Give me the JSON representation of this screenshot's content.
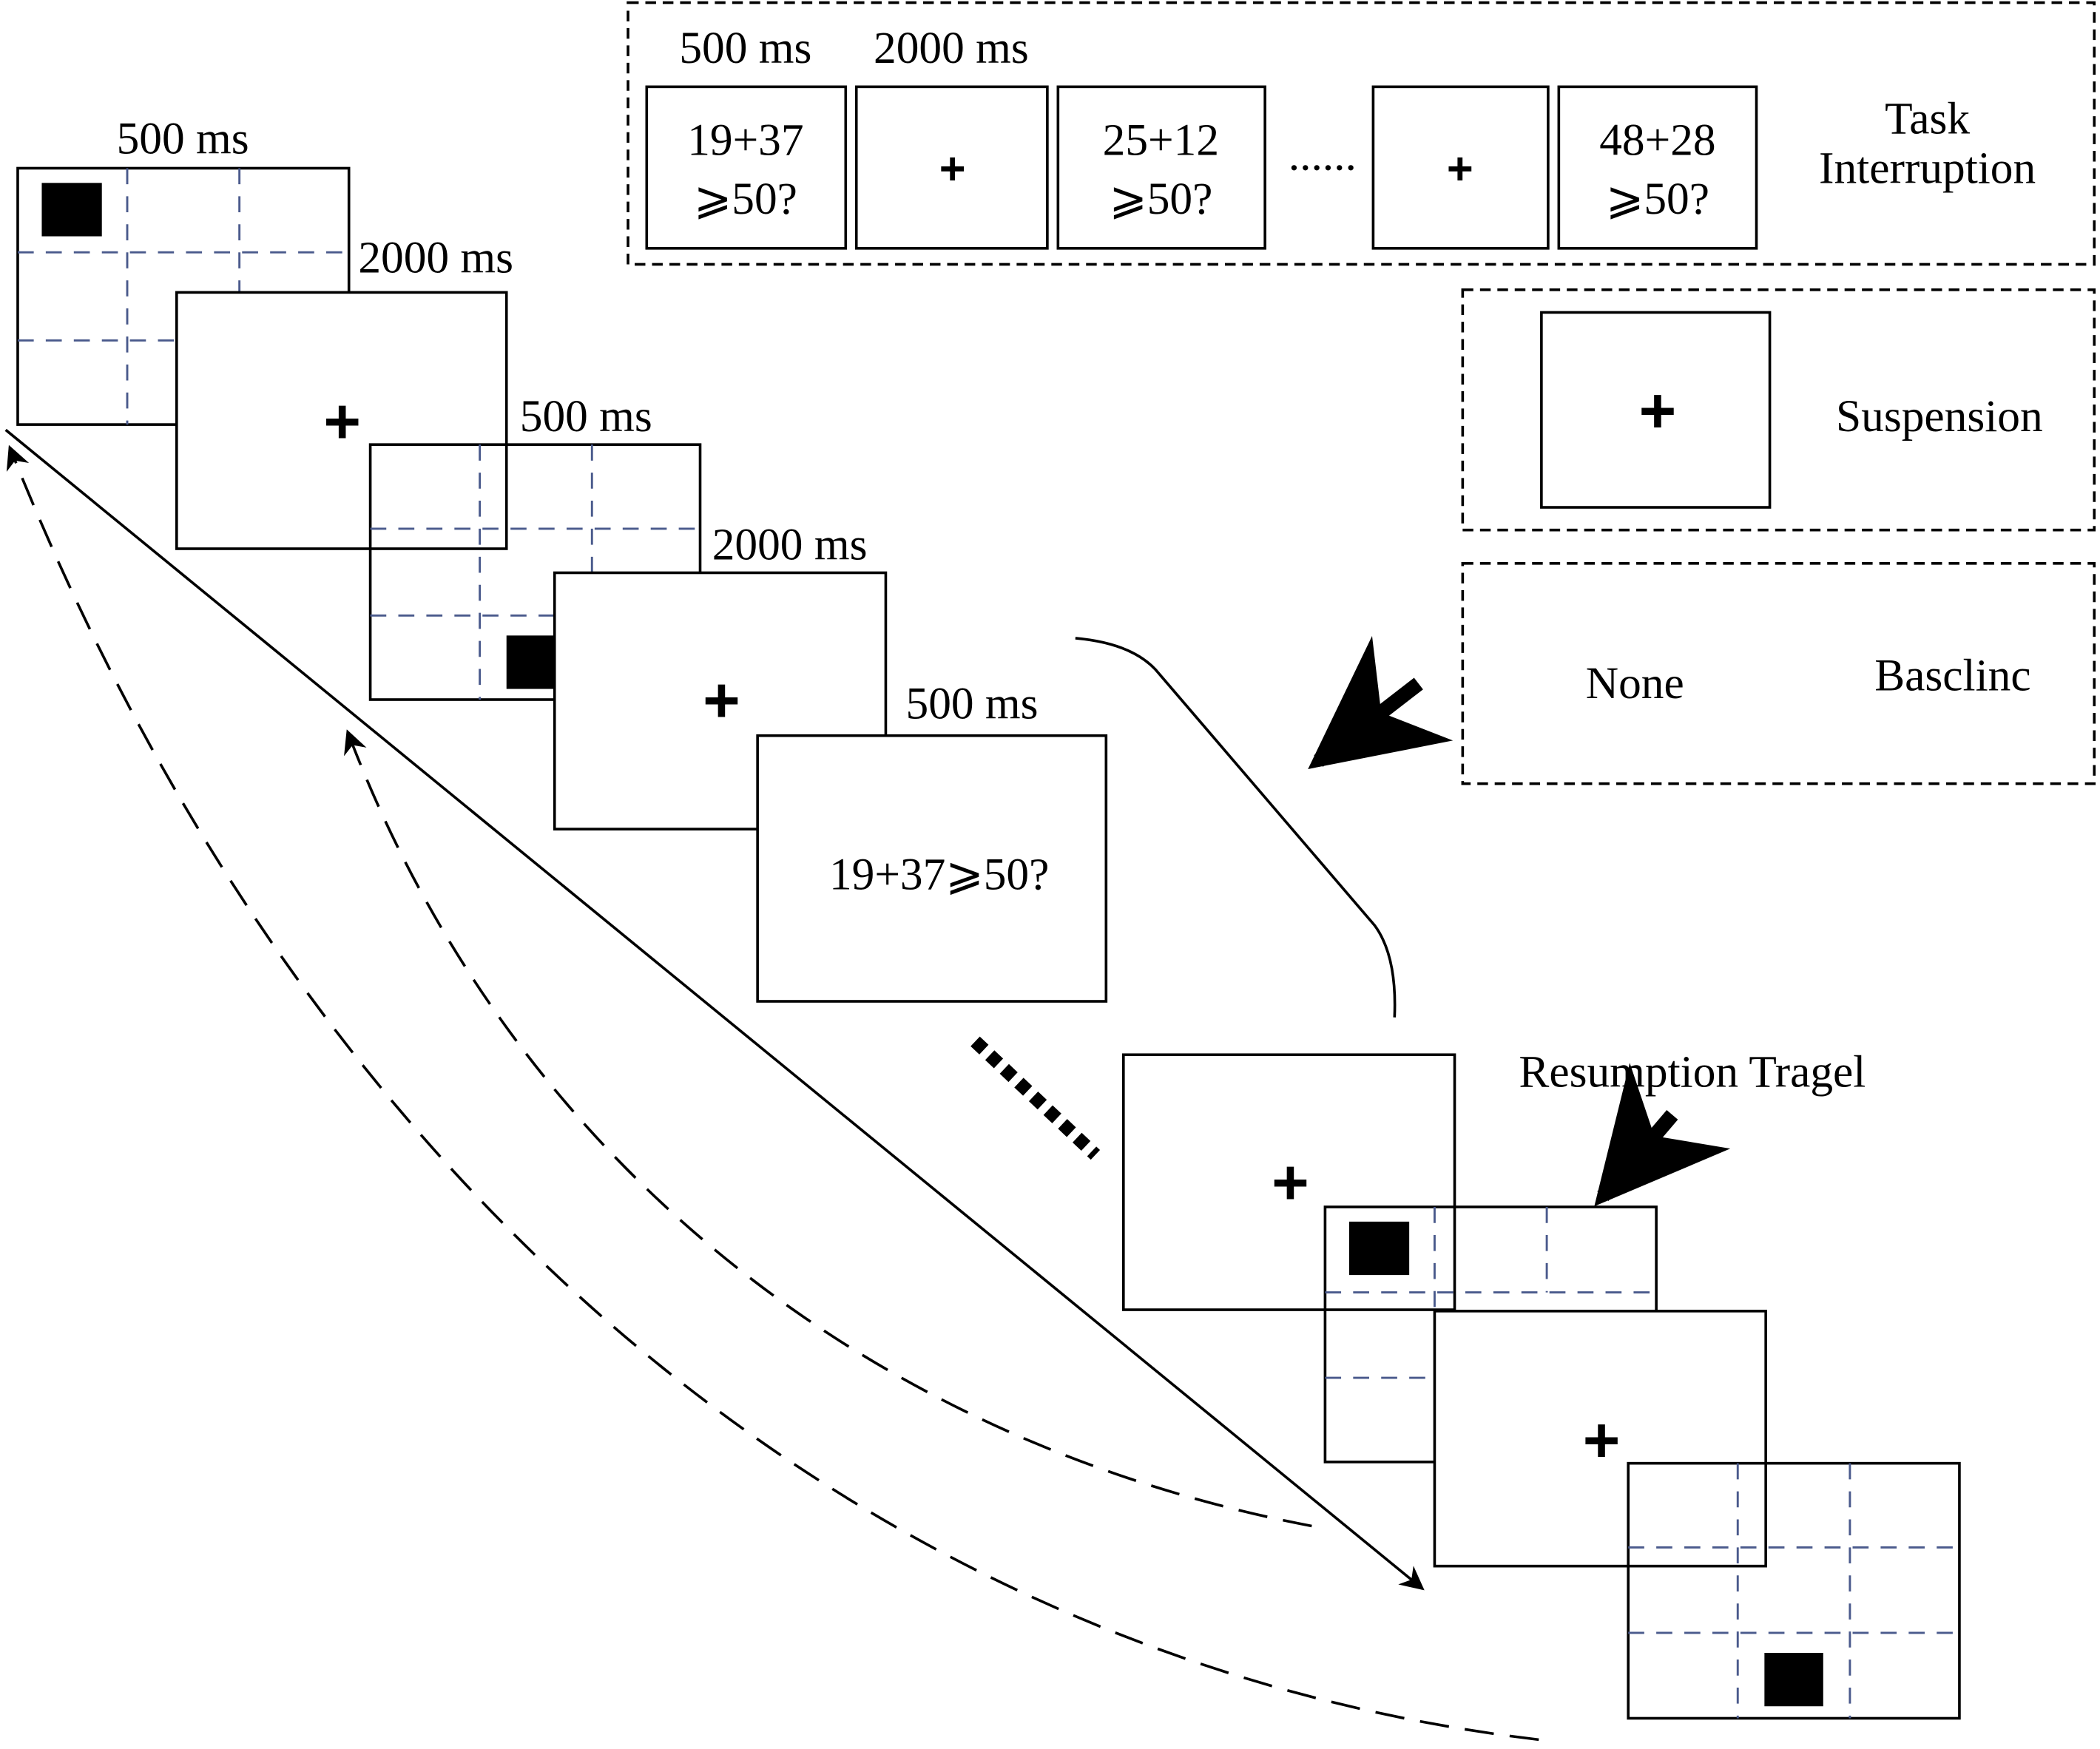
{
  "sequence": {
    "timings": [
      "500 ms",
      "2000 ms",
      "500 ms",
      "2000 ms",
      "500 ms"
    ],
    "fixation": "+",
    "math_problem": "19+37⩾50?"
  },
  "task_interruption": {
    "timings": [
      "500 ms",
      "2000 ms"
    ],
    "problems": [
      {
        "line1": "19+37",
        "line2": "⩾50?"
      },
      {
        "line1": "25+12",
        "line2": "⩾50?"
      },
      {
        "line1": "48+28",
        "line2": "⩾50?"
      }
    ],
    "ellipsis": "......",
    "label_line1": "Task",
    "label_line2": "Interruption"
  },
  "suspension": {
    "label": "Suspension"
  },
  "baseline": {
    "none_label": "None",
    "label": "Basclinc"
  },
  "resumption": {
    "label": "Resumption Tragel"
  },
  "colors": {
    "grid": "#4a5a8c",
    "stroke": "#000000"
  }
}
